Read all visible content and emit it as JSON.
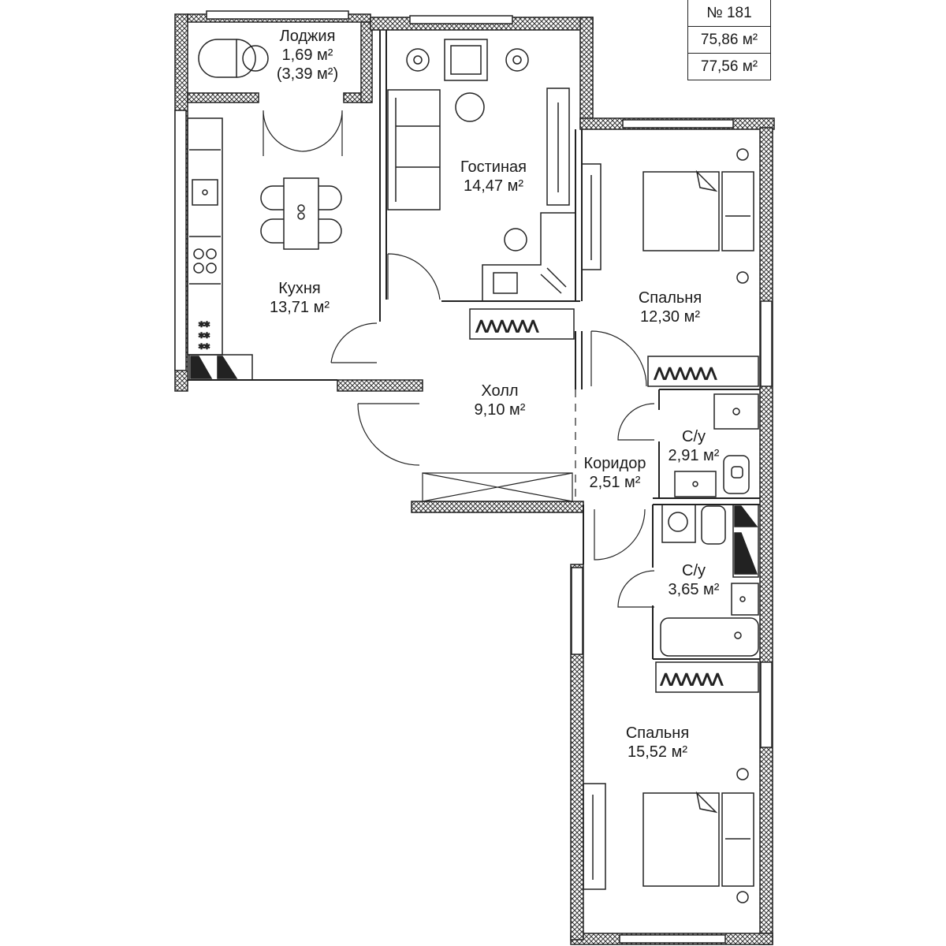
{
  "apartment": {
    "number": "№ 181",
    "area_living": "75,86 м²",
    "area_total": "77,56 м²"
  },
  "rooms": [
    {
      "id": "loggia",
      "name": "Лоджия",
      "area": "1,69 м²",
      "extra": "(3,39 м²)"
    },
    {
      "id": "living",
      "name": "Гостиная",
      "area": "14,47 м²"
    },
    {
      "id": "kitchen",
      "name": "Кухня",
      "area": "13,71 м²"
    },
    {
      "id": "bedroom1",
      "name": "Спальня",
      "area": "12,30 м²"
    },
    {
      "id": "hall",
      "name": "Холл",
      "area": "9,10 м²"
    },
    {
      "id": "bath1",
      "name": "С/у",
      "area": "2,91 м²"
    },
    {
      "id": "corridor",
      "name": "Коридор",
      "area": "2,51 м²"
    },
    {
      "id": "bath2",
      "name": "С/у",
      "area": "3,65 м²"
    },
    {
      "id": "bedroom2",
      "name": "Спальня",
      "area": "15,52 м²"
    }
  ],
  "colors": {
    "wall": "#222222",
    "hatch": "#444444",
    "background": "#ffffff"
  }
}
